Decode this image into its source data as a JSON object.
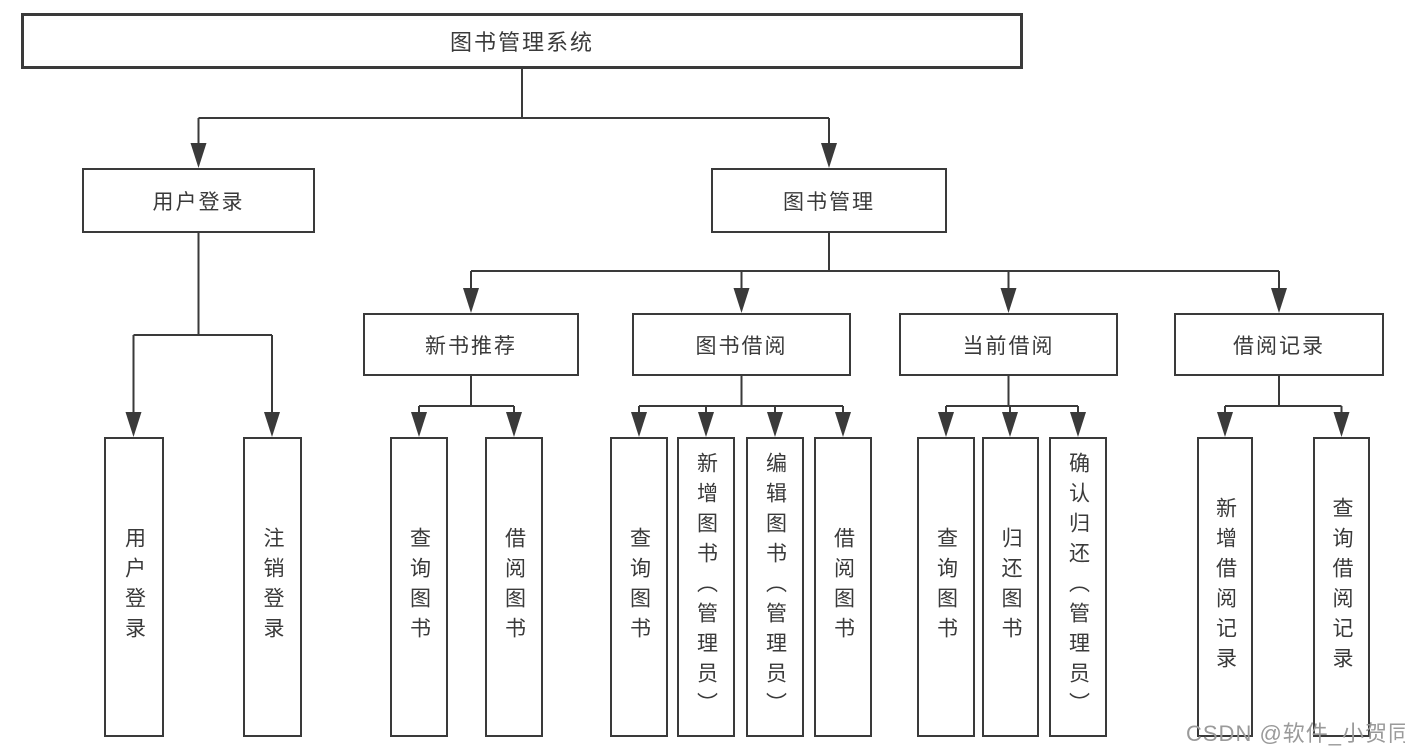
{
  "diagram": {
    "title": "图书管理系统",
    "level2": [
      {
        "label": "用户登录"
      },
      {
        "label": "图书管理"
      }
    ],
    "level3": [
      {
        "label": "新书推荐"
      },
      {
        "label": "图书借阅"
      },
      {
        "label": "当前借阅"
      },
      {
        "label": "借阅记录"
      }
    ],
    "leaves": {
      "user_login": [
        {
          "label": "用户登录"
        },
        {
          "label": "注销登录"
        }
      ],
      "new_book_recommend": [
        {
          "label": "查询图书"
        },
        {
          "label": "借阅图书"
        }
      ],
      "book_borrowing": [
        {
          "label": "查询图书"
        },
        {
          "label": "新增图书（管理员）"
        },
        {
          "label": "编辑图书（管理员）"
        },
        {
          "label": "借阅图书"
        }
      ],
      "current_borrowing": [
        {
          "label": "查询图书"
        },
        {
          "label": "归还图书"
        },
        {
          "label": "确认归还（管理员）"
        }
      ],
      "borrowing_records": [
        {
          "label": "新增借阅记录"
        },
        {
          "label": "查询借阅记录"
        }
      ]
    },
    "watermark": "CSDN @软件_小贺同学",
    "colors": {
      "line": "#3a3a3a",
      "text": "#3a3a3a",
      "background": "#ffffff",
      "watermark": "#9a9a9a"
    }
  }
}
